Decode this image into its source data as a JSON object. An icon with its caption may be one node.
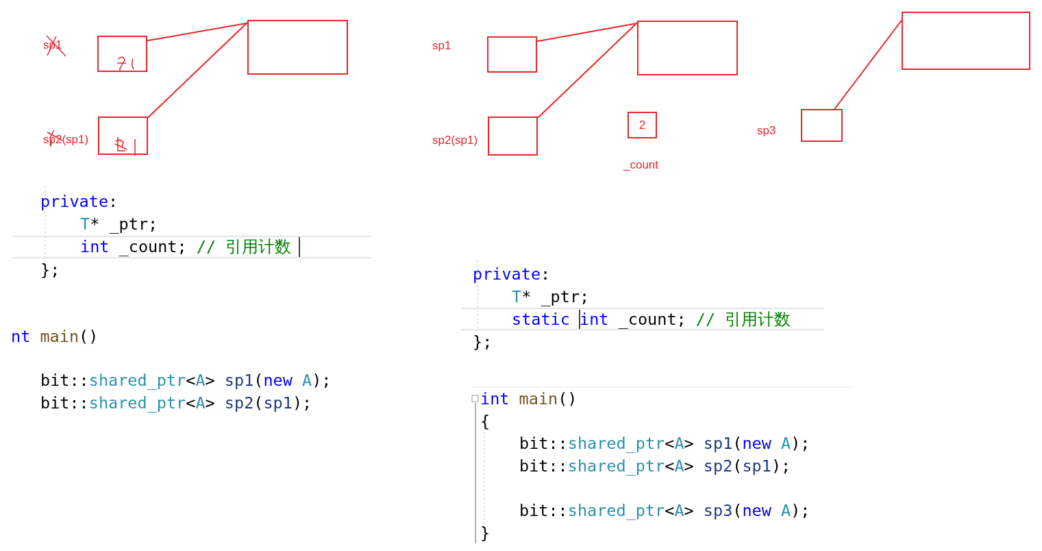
{
  "diagram": {
    "nodes": [
      {
        "text": [],
        "shape": "box",
        "beside": [
          "sp1"
        ]
      },
      {
        "text": [],
        "shape": "box",
        "beside": [
          "sp2(sp1)"
        ]
      },
      {
        "text": [],
        "shape": "box"
      },
      {
        "text": [],
        "shape": "box",
        "beside": [
          "sp1"
        ]
      },
      {
        "text": [],
        "shape": "box",
        "beside": [
          "sp2(sp1)"
        ]
      },
      {
        "text": [],
        "shape": "box"
      },
      {
        "text": [
          "2"
        ],
        "beside": [
          "_count"
        ]
      },
      {
        "text": [],
        "shape": "box",
        "beside": [
          "sp3"
        ]
      },
      {
        "text": [],
        "shape": "box"
      }
    ],
    "edges": [
      {
        "from": 0,
        "to": 2,
        "arrow": "none"
      },
      {
        "from": 1,
        "to": 2,
        "arrow": "none"
      },
      {
        "from": 3,
        "to": 5,
        "arrow": "none"
      },
      {
        "from": 4,
        "to": 5,
        "arrow": "none"
      },
      {
        "from": 7,
        "to": 8,
        "arrow": "none"
      }
    ],
    "labels": [
      "private:",
      "T* _ptr;",
      "int _count; // 引用计数",
      "};",
      "nt main()",
      "bit::shared_ptr<A> sp1(new A);",
      "bit::shared_ptr<A> sp2(sp1);",
      "private:",
      "T* _ptr;",
      "static int _count; // 引用计数",
      "};",
      "int main()",
      "{",
      "bit::shared_ptr<A> sp1(new A);",
      "bit::shared_ptr<A> sp2(sp1);",
      "bit::shared_ptr<A> sp3(new A);",
      "}"
    ]
  }
}
